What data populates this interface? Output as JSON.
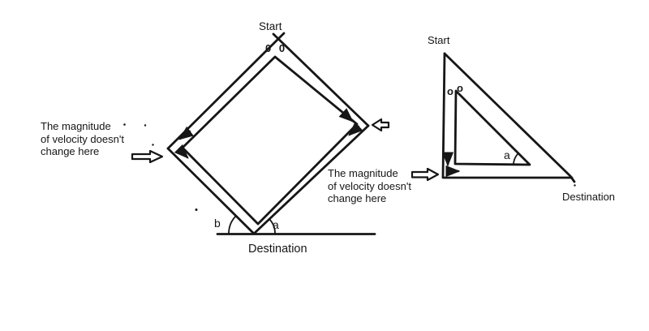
{
  "colors": {
    "ink": "#161616",
    "background": "#ffffff"
  },
  "left_diagram": {
    "start": "Start",
    "destination": "Destination",
    "apex_marks": "0 0",
    "angle_b": "b",
    "angle_a": "a",
    "note": {
      "lines": [
        "The magnitude",
        "of velocity doesn't",
        "change here"
      ]
    }
  },
  "right_diagram": {
    "start": "Start",
    "destination": "Destination",
    "apex_mark_outer": "o",
    "apex_mark_inner": "o",
    "angle_a": "a",
    "note": {
      "lines": [
        "The magnitude",
        "of velocity doesn't",
        "change here"
      ]
    }
  }
}
